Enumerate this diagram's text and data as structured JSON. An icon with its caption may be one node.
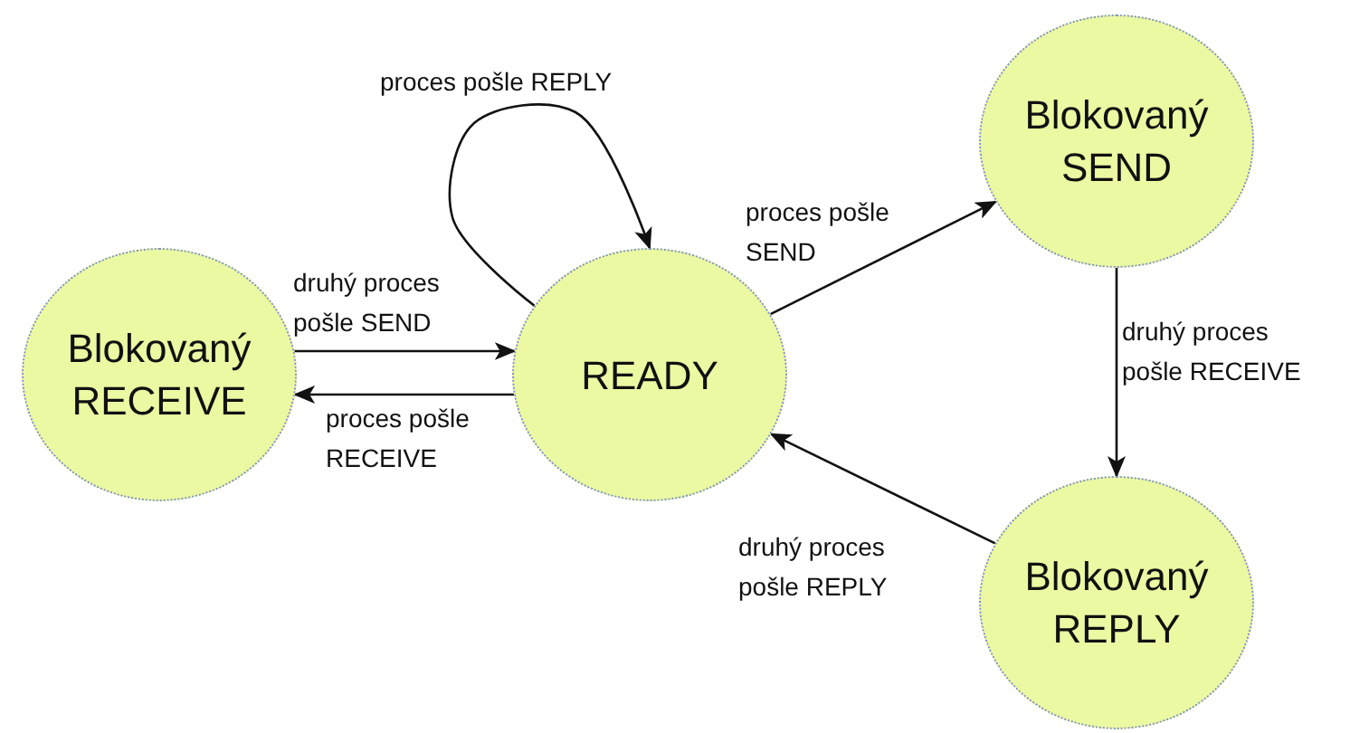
{
  "diagram": {
    "nodes": [
      {
        "text": [
          "Blokovaný RECEIVE"
        ]
      },
      {
        "text": [
          "READY"
        ]
      },
      {
        "text": [
          "Blokovaný SEND"
        ]
      },
      {
        "text": [
          "Blokovaný REPLY"
        ]
      }
    ],
    "edges": [
      {
        "from": 1,
        "to": 1,
        "arrow": "to",
        "label": "proces pošle REPLY"
      },
      {
        "from": 0,
        "to": 1,
        "arrow": "to",
        "label": "druhý proces pošle SEND"
      },
      {
        "from": 1,
        "to": 0,
        "arrow": "to",
        "label": "proces pošle RECEIVE"
      },
      {
        "from": 1,
        "to": 2,
        "arrow": "to",
        "label": "proces pošle SEND"
      },
      {
        "from": 2,
        "to": 3,
        "arrow": "to",
        "label": "druhý proces pošle RECEIVE"
      },
      {
        "from": 3,
        "to": 1,
        "arrow": "to",
        "label": "druhý proces pošle REPLY"
      }
    ]
  }
}
